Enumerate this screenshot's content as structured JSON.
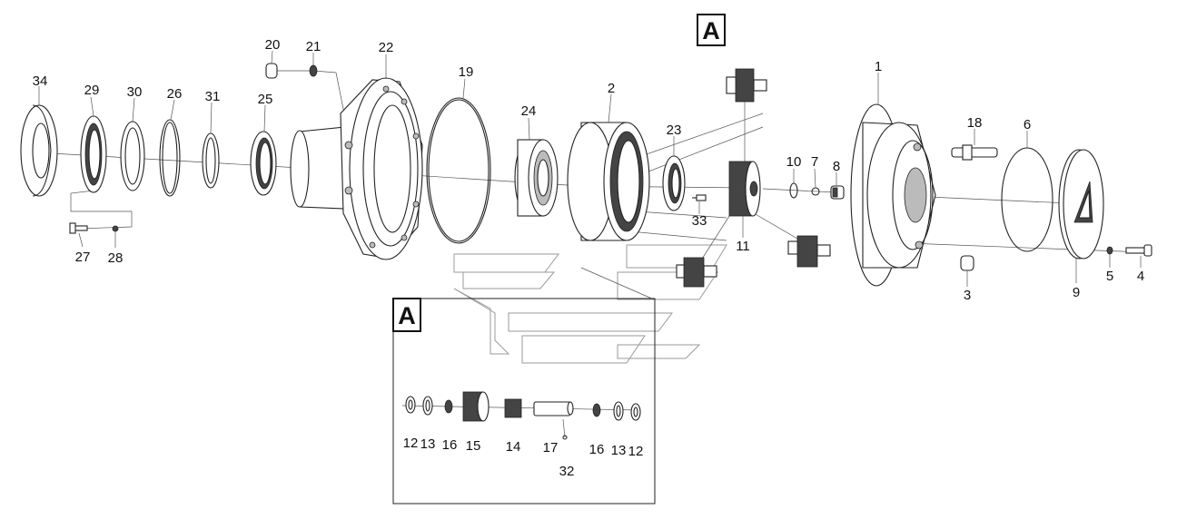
{
  "callouts": {
    "detail_marker": "A",
    "detail_box_label": "A"
  },
  "parts": {
    "p1": "1",
    "p2": "2",
    "p3": "3",
    "p4": "4",
    "p5": "5",
    "p6": "6",
    "p7": "7",
    "p8": "8",
    "p9": "9",
    "p10": "10",
    "p11": "11",
    "p18": "18",
    "p19": "19",
    "p20": "20",
    "p21": "21",
    "p22": "22",
    "p23": "23",
    "p24": "24",
    "p25": "25",
    "p26": "26",
    "p27": "27",
    "p28": "28",
    "p29": "29",
    "p30": "30",
    "p31": "31",
    "p33": "33",
    "p34": "34"
  },
  "detail_parts": {
    "d12a": "12",
    "d13a": "13",
    "d16a": "16",
    "d15": "15",
    "d14": "14",
    "d17": "17",
    "d32": "32",
    "d16b": "16",
    "d13b": "13",
    "d12b": "12"
  }
}
